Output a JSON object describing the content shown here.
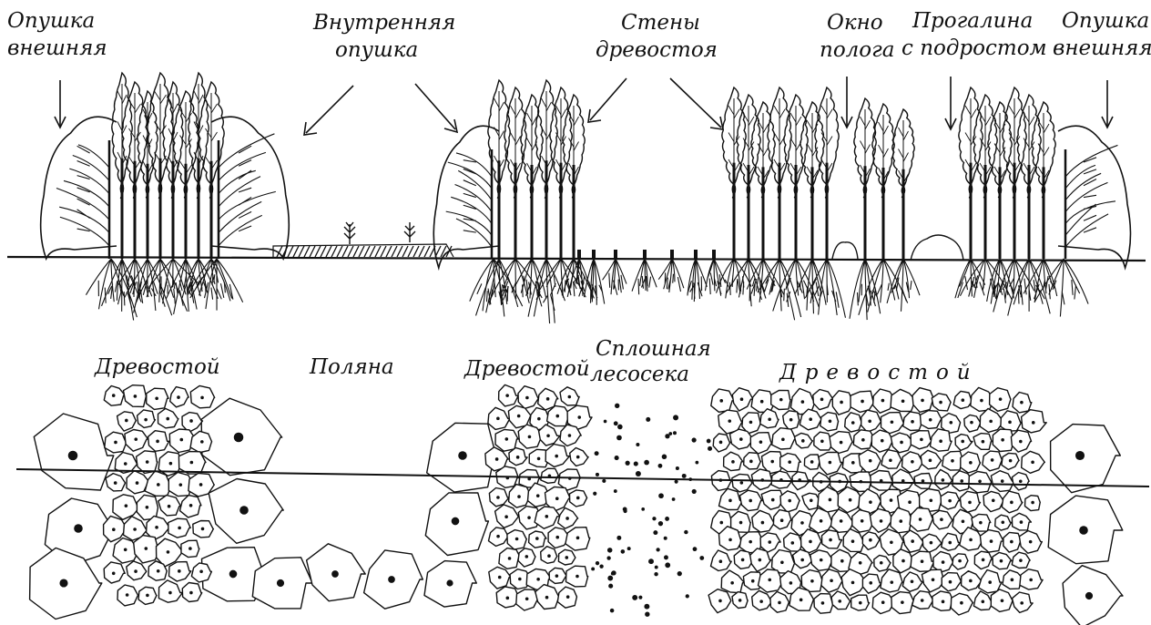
{
  "labels": {
    "outer_edge_left": [
      "Опушка",
      "внешняя"
    ],
    "inner_edge": [
      "Внутренняя",
      "опушка"
    ],
    "stand_walls": [
      "Стены",
      "древостоя"
    ],
    "canopy_window": [
      "Окно",
      "полога"
    ],
    "glade_with_undergrowth": [
      "Прогалина",
      "с подростом"
    ],
    "outer_edge_right": [
      "Опушка",
      "внешняя"
    ],
    "stand_1": "Древостой",
    "meadow": "Поляна",
    "stand_2": "Древостой",
    "clearcut": [
      "Сплошная",
      "лесосека"
    ],
    "stand_3": "Древостой"
  },
  "colors": {
    "ink": "#111111",
    "background": "#ffffff"
  }
}
